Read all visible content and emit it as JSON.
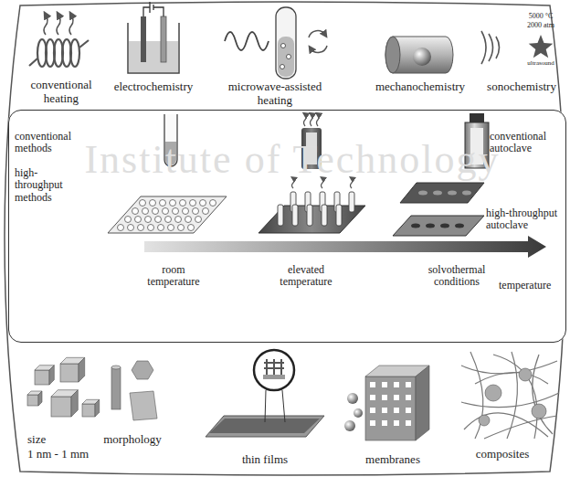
{
  "diagram": {
    "nodes": [
      {
        "text": [
          "conventional methods",
          "high-throughput methods",
          "conventional autoclave",
          "high-throughput autoclave",
          "room temperature",
          "elevated temperature",
          "solvothermal conditions",
          "temperature"
        ]
      }
    ],
    "labels": [
      "conventional heating",
      "electrochemistry",
      "microwave-assisted heating",
      "mechanochemistry",
      "5000 °C",
      "2000 atm",
      "ultrasound",
      "sonochemistry",
      "size",
      "1 nm - 1 mm",
      "morphology",
      "thin films",
      "membranes",
      "composites",
      "Institute of Technology"
    ]
  }
}
